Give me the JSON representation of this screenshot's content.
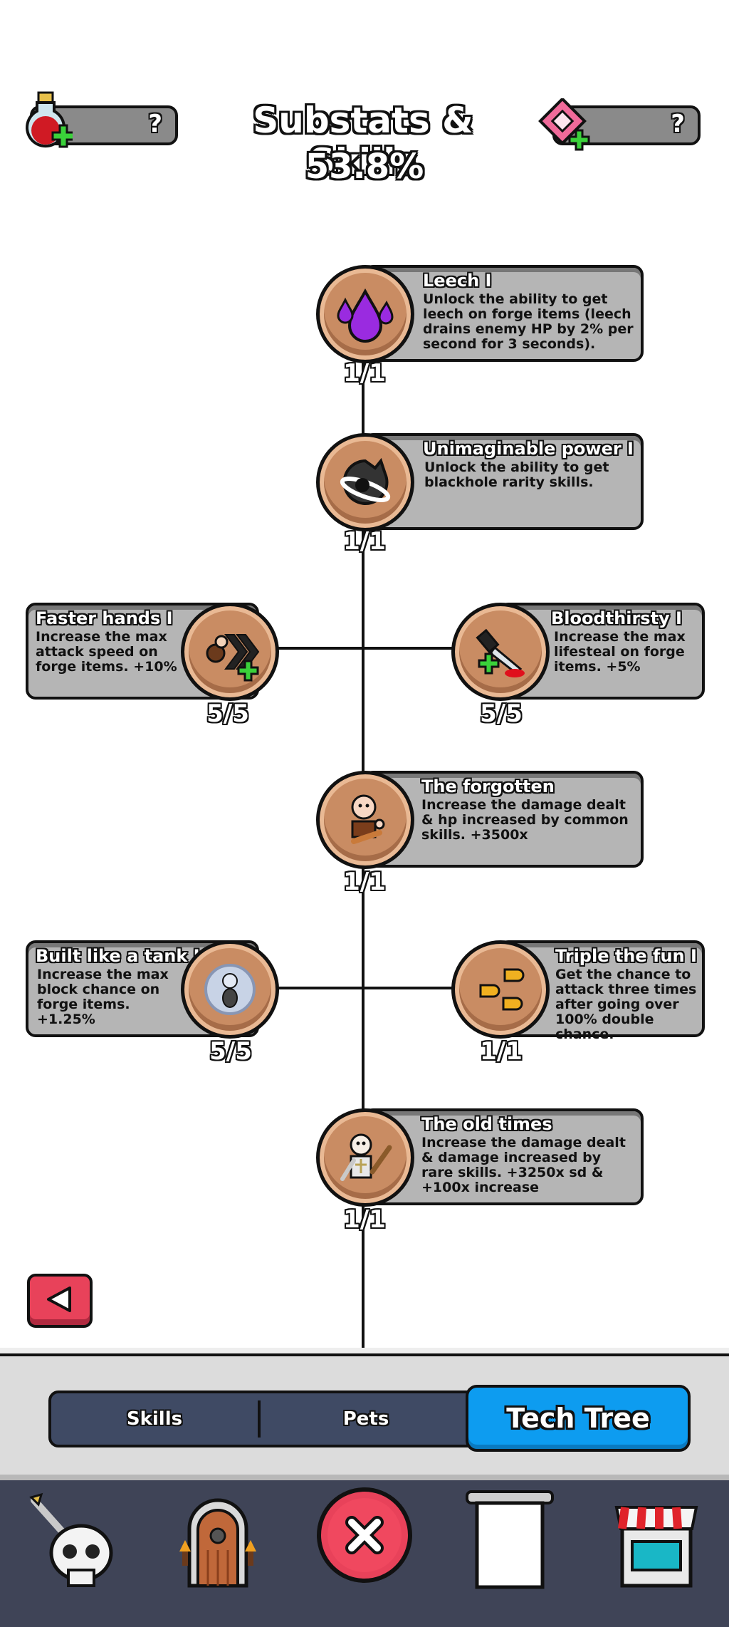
{
  "header": {
    "title": "Substats & Skills",
    "percent": "53.8%",
    "currency_left": {
      "value": "?",
      "icon": "potion-icon"
    },
    "currency_right": {
      "value": "?",
      "icon": "gem-icon"
    }
  },
  "nodes": [
    {
      "title": "Leech I",
      "desc": "Unlock the ability to get leech on forge items (leech drains enemy HP by 2% per second for 3 seconds).",
      "count": "1/1",
      "icon": "leech-drops-icon"
    },
    {
      "title": "Unimaginable power I",
      "desc": "Unlock the ability to get blackhole rarity skills.",
      "count": "1/1",
      "icon": "blackhole-icon"
    },
    {
      "title": "Faster hands I",
      "desc": "Increase the max attack speed on forge items. +10%",
      "count": "5/5",
      "icon": "speed-arrows-icon"
    },
    {
      "title": "Bloodthirsty I",
      "desc": "Increase the max lifesteal on forge items. +5%",
      "count": "5/5",
      "icon": "bloody-knife-icon"
    },
    {
      "title": "The forgotten",
      "desc": "Increase the damage dealt & hp increased by common skills. +3500x",
      "count": "1/1",
      "icon": "caveman-icon"
    },
    {
      "title": "Built like a tank I",
      "desc": "Increase the max block chance on forge items. +1.25%",
      "count": "5/5",
      "icon": "shield-bubble-icon"
    },
    {
      "title": "Triple the fun I",
      "desc": "Get the chance to attack three times after going over 100% double chance.",
      "count": "1/1",
      "icon": "bullets-icon"
    },
    {
      "title": "The old times",
      "desc": "Increase the damage dealt & damage increased by rare skills. +3250x sd & +100x increase",
      "count": "1/1",
      "icon": "knight-gun-icon"
    }
  ],
  "tabs": {
    "skills": "Skills",
    "pets": "Pets",
    "tech_tree": "Tech Tree",
    "active": "Tech Tree"
  },
  "nav": [
    "skull-dagger-icon",
    "dungeon-door-icon",
    "close-icon",
    "scroll-banner-icon",
    "shop-icon"
  ],
  "colors": {
    "accent": "#0d9cf0",
    "card": "#b5b5b5",
    "node": "#c98c63",
    "nav_bg": "#3f4457",
    "close": "#e8425a"
  }
}
